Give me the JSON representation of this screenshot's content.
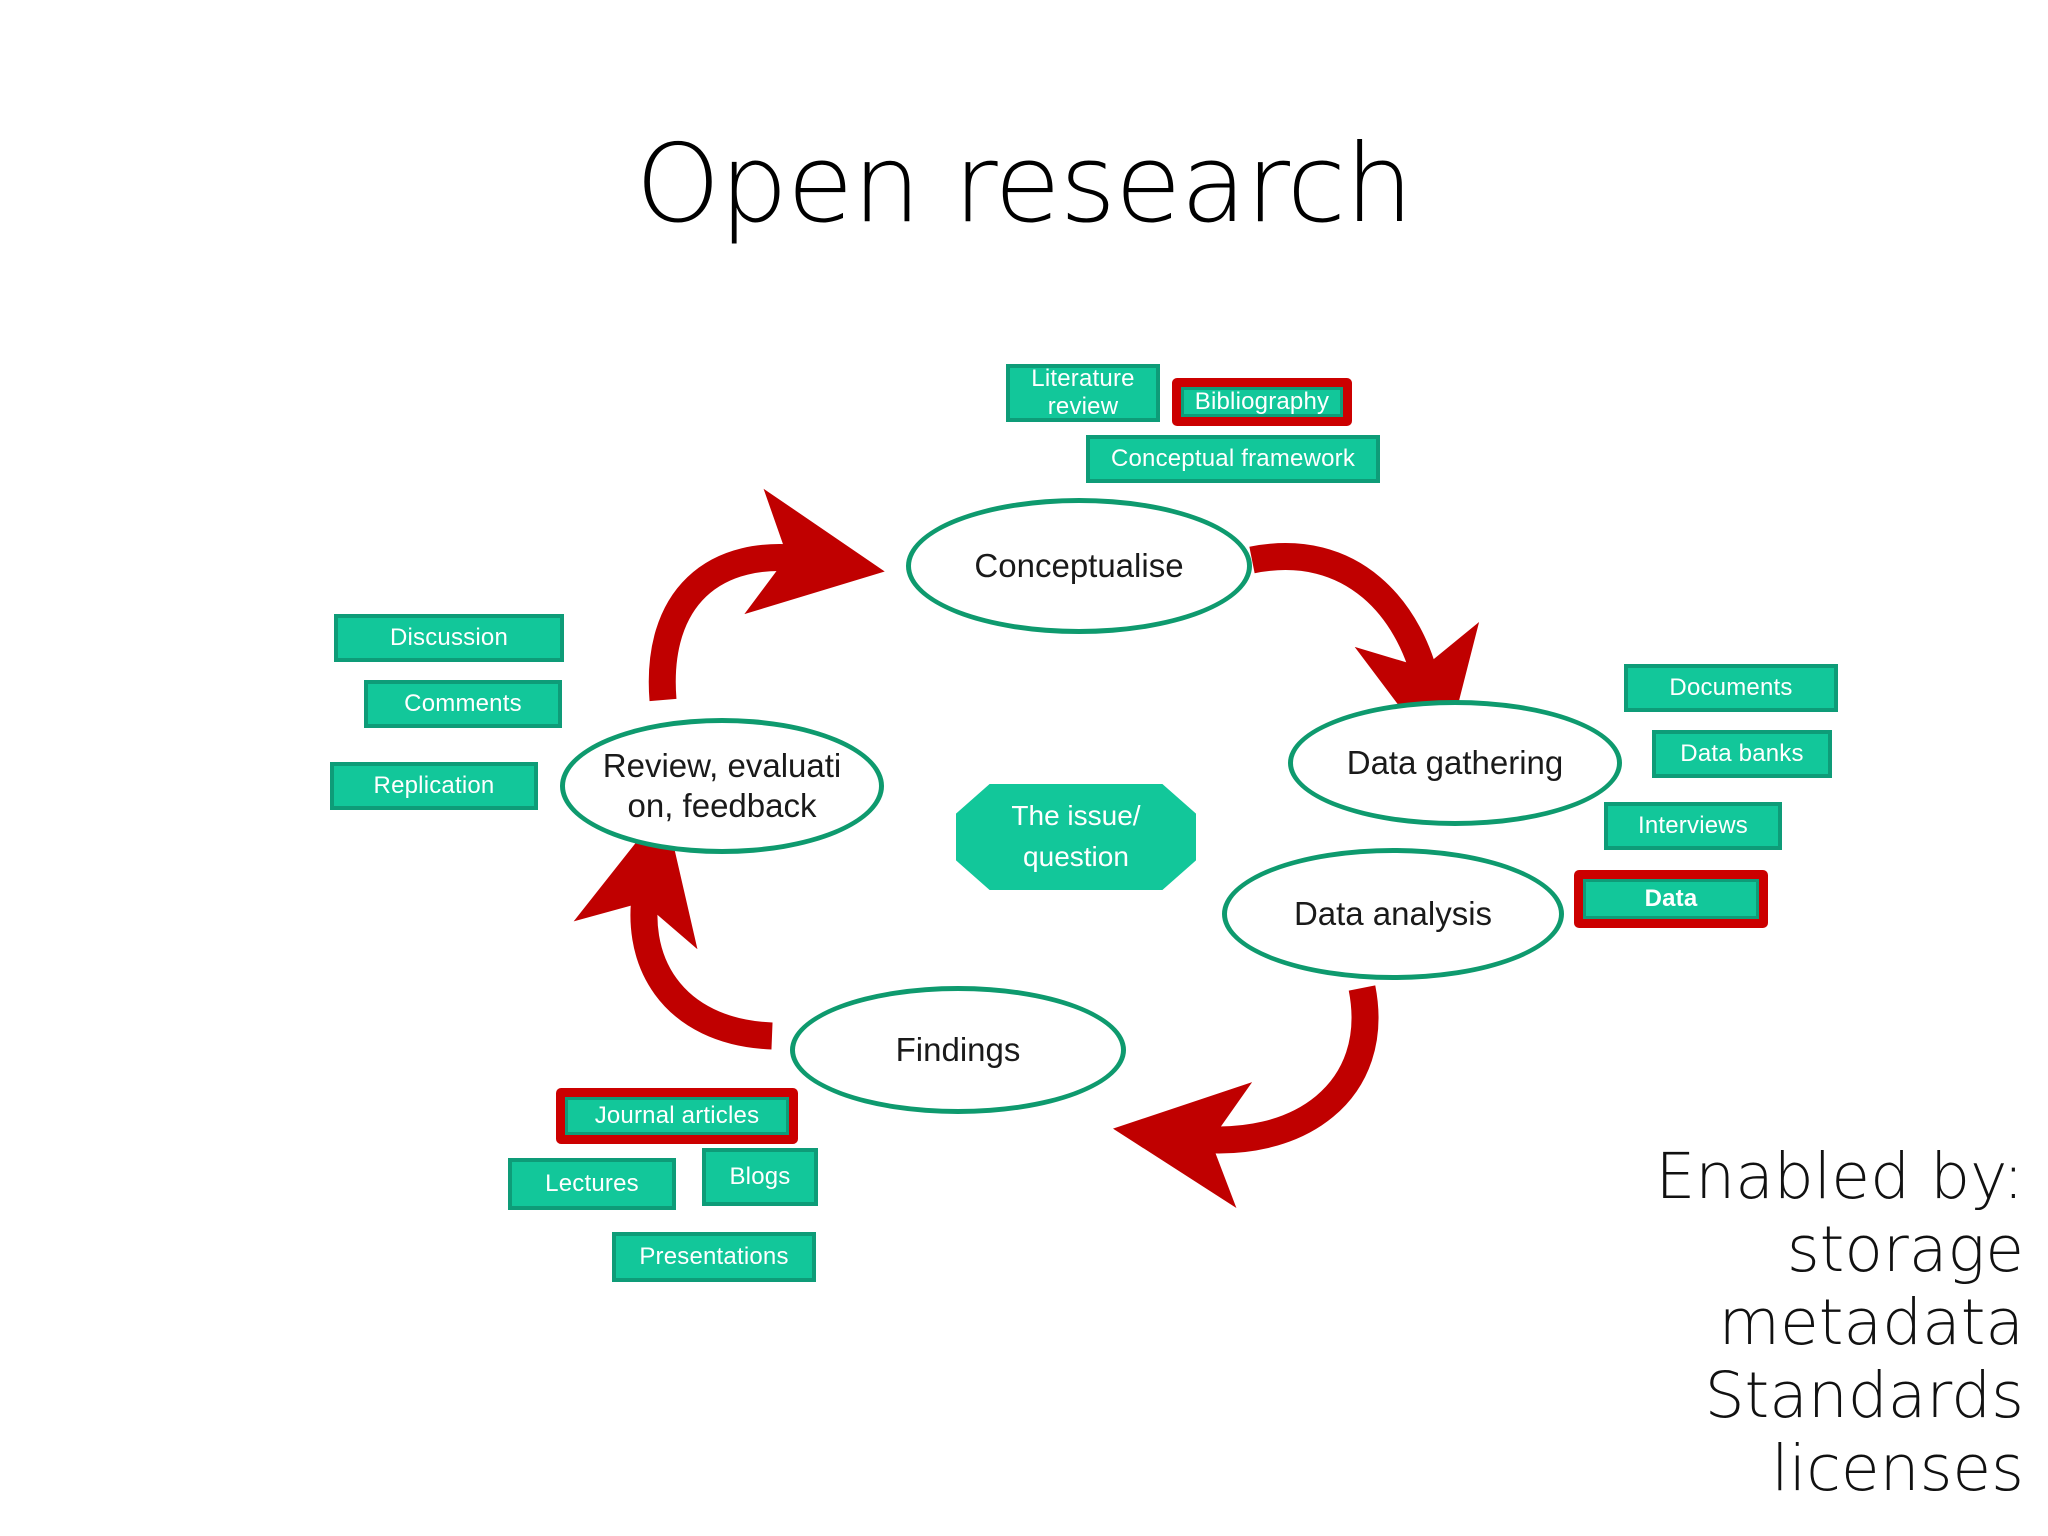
{
  "slide": {
    "title": "Open research",
    "background_color": "#ffffff"
  },
  "colors": {
    "box_fill": "#12C79A",
    "box_border": "#0E9C78",
    "ellipse_stroke": "#0E9A6E",
    "arrow": "#C00000",
    "highlight": "#CC0000",
    "text_dark": "#1a1a1a",
    "text_light": "#ffffff"
  },
  "cycle": {
    "center": {
      "line1": "The  issue/",
      "line2": "question"
    },
    "stages": [
      {
        "id": "conceptualise",
        "label": "Conceptualise"
      },
      {
        "id": "data-gathering",
        "label": "Data gathering"
      },
      {
        "id": "data-analysis",
        "label": "Data analysis"
      },
      {
        "id": "findings",
        "label": "Findings"
      },
      {
        "id": "review",
        "line1": "Review, evaluati",
        "line2": "on, feedback"
      }
    ]
  },
  "labels": {
    "top": [
      {
        "id": "literature-review",
        "line1": "Literature",
        "line2": "review",
        "highlighted": false
      },
      {
        "id": "bibliography",
        "text": "Bibliography",
        "highlighted": true
      },
      {
        "id": "conceptual-framework",
        "text": "Conceptual framework",
        "highlighted": false
      }
    ],
    "right": [
      {
        "id": "documents",
        "text": "Documents",
        "highlighted": false
      },
      {
        "id": "data-banks",
        "text": "Data banks",
        "highlighted": false
      },
      {
        "id": "interviews",
        "text": "Interviews",
        "highlighted": false
      },
      {
        "id": "data",
        "text": "Data",
        "highlighted": true,
        "bold": true
      }
    ],
    "left": [
      {
        "id": "discussion",
        "text": "Discussion",
        "highlighted": false
      },
      {
        "id": "comments",
        "text": "Comments",
        "highlighted": false
      },
      {
        "id": "replication",
        "text": "Replication",
        "highlighted": false
      }
    ],
    "bottom": [
      {
        "id": "journal-articles",
        "text": "Journal articles",
        "highlighted": true
      },
      {
        "id": "lectures",
        "text": "Lectures",
        "highlighted": false
      },
      {
        "id": "blogs",
        "text": "Blogs",
        "highlighted": false
      },
      {
        "id": "presentations",
        "text": "Presentations",
        "highlighted": false
      }
    ]
  },
  "enabled_by": {
    "heading": "Enabled by:",
    "items": [
      "storage",
      "metadata",
      "Standards",
      "licenses"
    ]
  }
}
